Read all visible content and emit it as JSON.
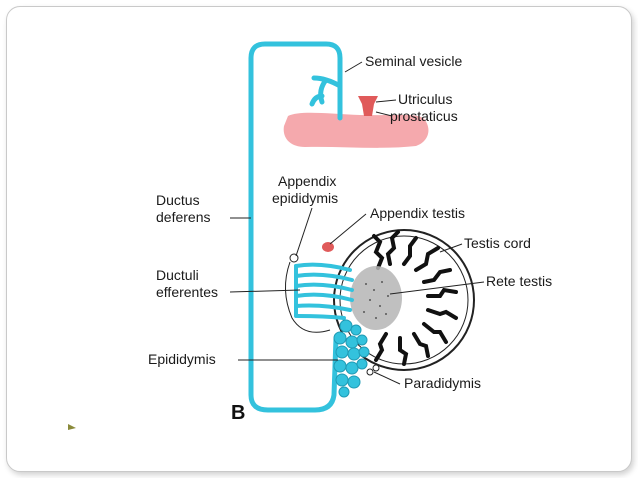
{
  "diagram": {
    "labels": {
      "seminal_vesicle": "Seminal vesicle",
      "utriculus_line1": "Utriculus",
      "utriculus_line2": "prostaticus",
      "appendix_epididymis_line1": "Appendix",
      "appendix_epididymis_line2": "epididymis",
      "appendix_testis": "Appendix testis",
      "testis_cord": "Testis cord",
      "rete_testis": "Rete testis",
      "ductus_line1": "Ductus",
      "ductus_line2": "deferens",
      "ductuli_line1": "Ductuli",
      "ductuli_line2": "efferentes",
      "epididymis": "Epididymis",
      "paradidymis": "Paradidymis",
      "panel_letter": "B"
    },
    "colors": {
      "duct": "#33c2dd",
      "prostate": "#f5a9ad",
      "utriculus": "#e05a5a",
      "testis_cord": "#111111",
      "rete": "#b5b5b5"
    }
  }
}
